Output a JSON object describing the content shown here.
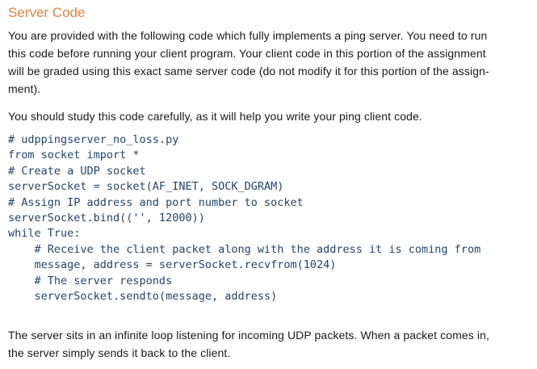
{
  "document": {
    "heading": "Server Code",
    "colors": {
      "heading_orange": "#e2823d",
      "body_text": "#1a1a1a",
      "code_text": "#24456a",
      "background": "#ffffff"
    }
  },
  "paragraph_intro": {
    "lines": [
      "You are provided with the following code which fully implements a ping server. You need to run",
      "this code before running your client program. Your client code in this portion of the assignment",
      "will be graded using this exact same server code (do not modify it for this portion of the assign-",
      "ment)."
    ]
  },
  "paragraph_study": {
    "lines": [
      "You should study this code carefully, as it will help you write your ping client code."
    ]
  },
  "code": {
    "language": "python",
    "lines": [
      "# udppingserver_no_loss.py",
      "from socket import *",
      "# Create a UDP socket",
      "serverSocket = socket(AF_INET, SOCK_DGRAM)",
      "# Assign IP address and port number to socket",
      "serverSocket.bind(('', 12000))",
      "while True:",
      "    # Receive the client packet along with the address it is coming from",
      "    message, address = serverSocket.recvfrom(1024)",
      "    # The server responds",
      "    serverSocket.sendto(message, address)"
    ]
  },
  "paragraph_summary": {
    "lines": [
      "The server sits in an infinite loop listening for incoming UDP packets. When a packet comes in,",
      "the server simply sends it back to the client."
    ]
  }
}
